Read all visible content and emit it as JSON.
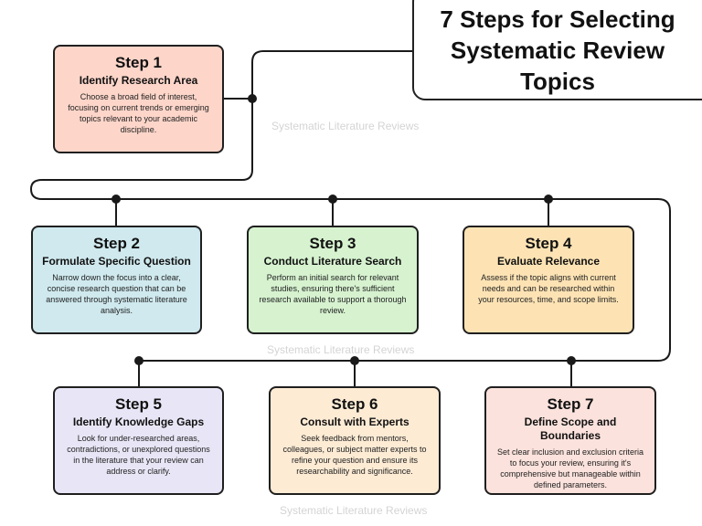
{
  "title": "7 Steps for Selecting Systematic Review Topics",
  "watermark": "Systematic Literature Reviews",
  "colors": {
    "line": "#1a1a1a",
    "step1": "#fdd5c9",
    "step2": "#cfe9ee",
    "step3": "#d6f2cf",
    "step4": "#fde3b4",
    "step5": "#e8e6f6",
    "step6": "#fdebd4",
    "step7": "#fbe2dc"
  },
  "steps": [
    {
      "number": "Step 1",
      "heading": "Identify Research Area",
      "description": "Choose a broad field of interest, focusing on current trends or emerging topics relevant to your academic discipline."
    },
    {
      "number": "Step 2",
      "heading": "Formulate Specific Question",
      "description": "Narrow down the focus into a clear, concise research question that can be answered through systematic literature analysis."
    },
    {
      "number": "Step 3",
      "heading": "Conduct Literature Search",
      "description": "Perform an initial search for relevant studies, ensuring there's sufficient research available to support a thorough review."
    },
    {
      "number": "Step 4",
      "heading": "Evaluate Relevance",
      "description": "Assess if the topic aligns with current needs and can be researched within your resources, time, and scope limits."
    },
    {
      "number": "Step 5",
      "heading": "Identify Knowledge Gaps",
      "description": "Look for under-researched areas, contradictions, or unexplored questions in the literature that your review can address or clarify."
    },
    {
      "number": "Step 6",
      "heading": "Consult with Experts",
      "description": "Seek feedback from mentors, colleagues, or subject matter experts to refine your question and ensure its researchability and significance."
    },
    {
      "number": "Step 7",
      "heading": "Define Scope and Boundaries",
      "description": "Set clear inclusion and exclusion criteria to focus your review, ensuring it's comprehensive but manageable within defined parameters."
    }
  ]
}
